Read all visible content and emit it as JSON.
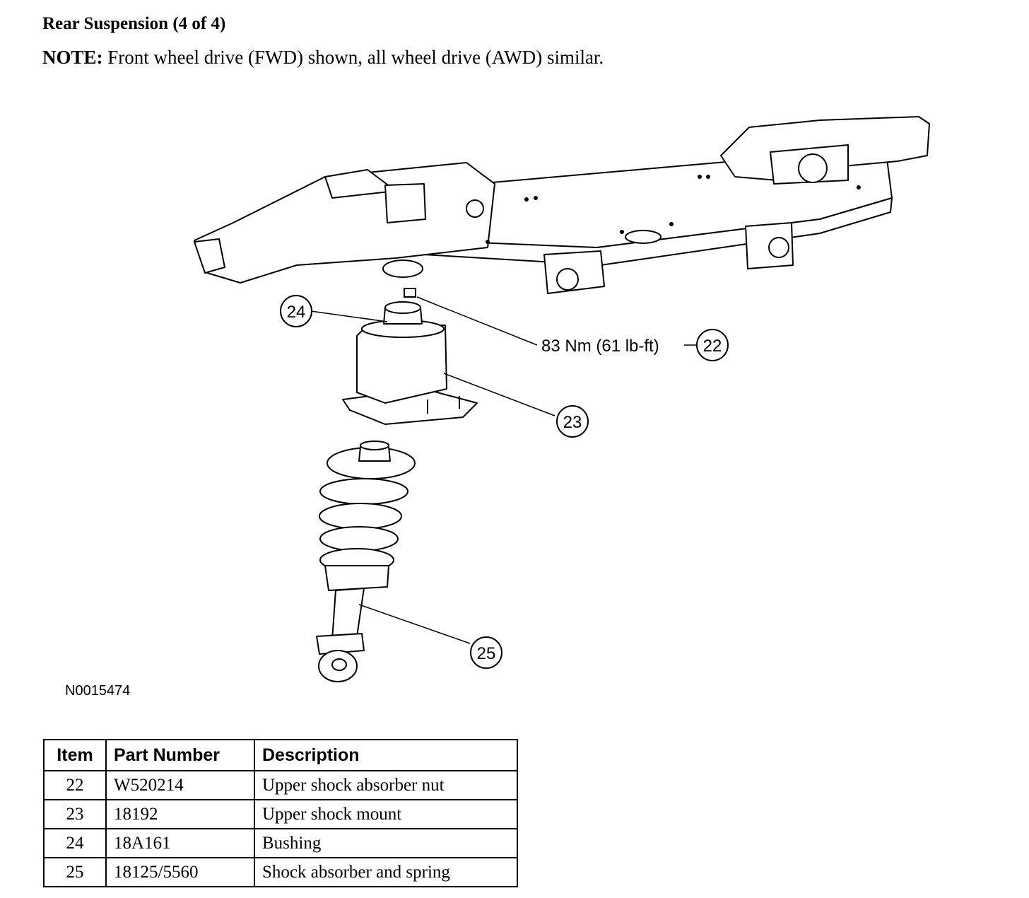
{
  "title": "Rear Suspension (4 of 4)",
  "note": {
    "label": "NOTE:",
    "text": " Front wheel drive (FWD) shown, all wheel drive (AWD) similar."
  },
  "figure": {
    "id": "N0015474",
    "torque": "83 Nm (61 lb-ft)",
    "callouts": [
      "22",
      "23",
      "24",
      "25"
    ]
  },
  "table": {
    "headers": [
      "Item",
      "Part Number",
      "Description"
    ],
    "rows": [
      [
        "22",
        "W520214",
        "Upper shock absorber nut"
      ],
      [
        "23",
        "18192",
        "Upper shock mount"
      ],
      [
        "24",
        "18A161",
        "Bushing"
      ],
      [
        "25",
        "18125/5560",
        "Shock absorber and spring"
      ]
    ]
  }
}
